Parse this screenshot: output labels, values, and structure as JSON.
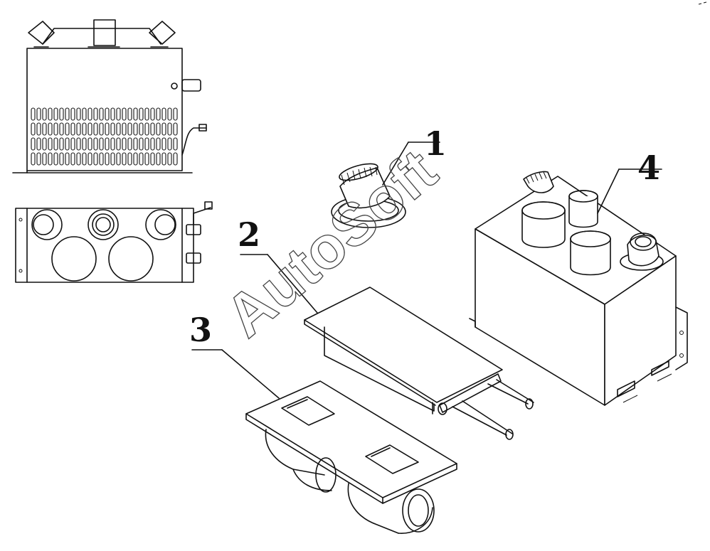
{
  "callouts": [
    "1",
    "2",
    "3",
    "4"
  ],
  "watermark": "AutoSoft"
}
